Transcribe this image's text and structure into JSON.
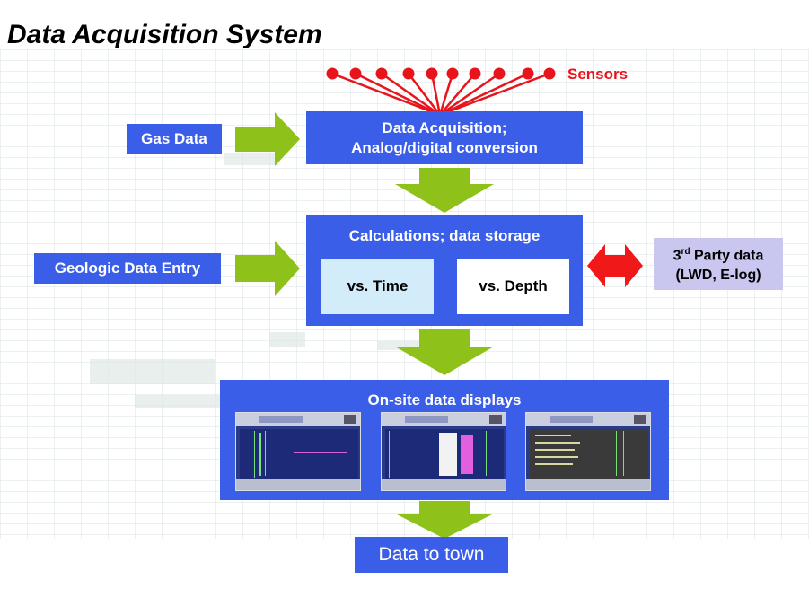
{
  "title": "Data Acquisition System",
  "sensors_label": "Sensors",
  "gas_data": "Gas Data",
  "geologic_data_entry": "Geologic Data Entry",
  "acquisition": {
    "line1": "Data Acquisition;",
    "line2": "Analog/digital conversion"
  },
  "calculations": {
    "title": "Calculations; data storage",
    "vs_time": "vs. Time",
    "vs_depth": "vs. Depth"
  },
  "third_party": {
    "line1_main": "3",
    "line1_sup": "rd",
    "line1_rest": " Party data",
    "line2": "(LWD, E-log)"
  },
  "onsite": {
    "title": "On-site data displays"
  },
  "data_to_town": "Data to town",
  "colors": {
    "box_blue": "#3b5ee8",
    "arrow_green": "#8ec21a",
    "sensor_red": "#e8141b",
    "third_party_bg": "#c9c6f0",
    "time_box_bg": "#d2ecfa"
  }
}
